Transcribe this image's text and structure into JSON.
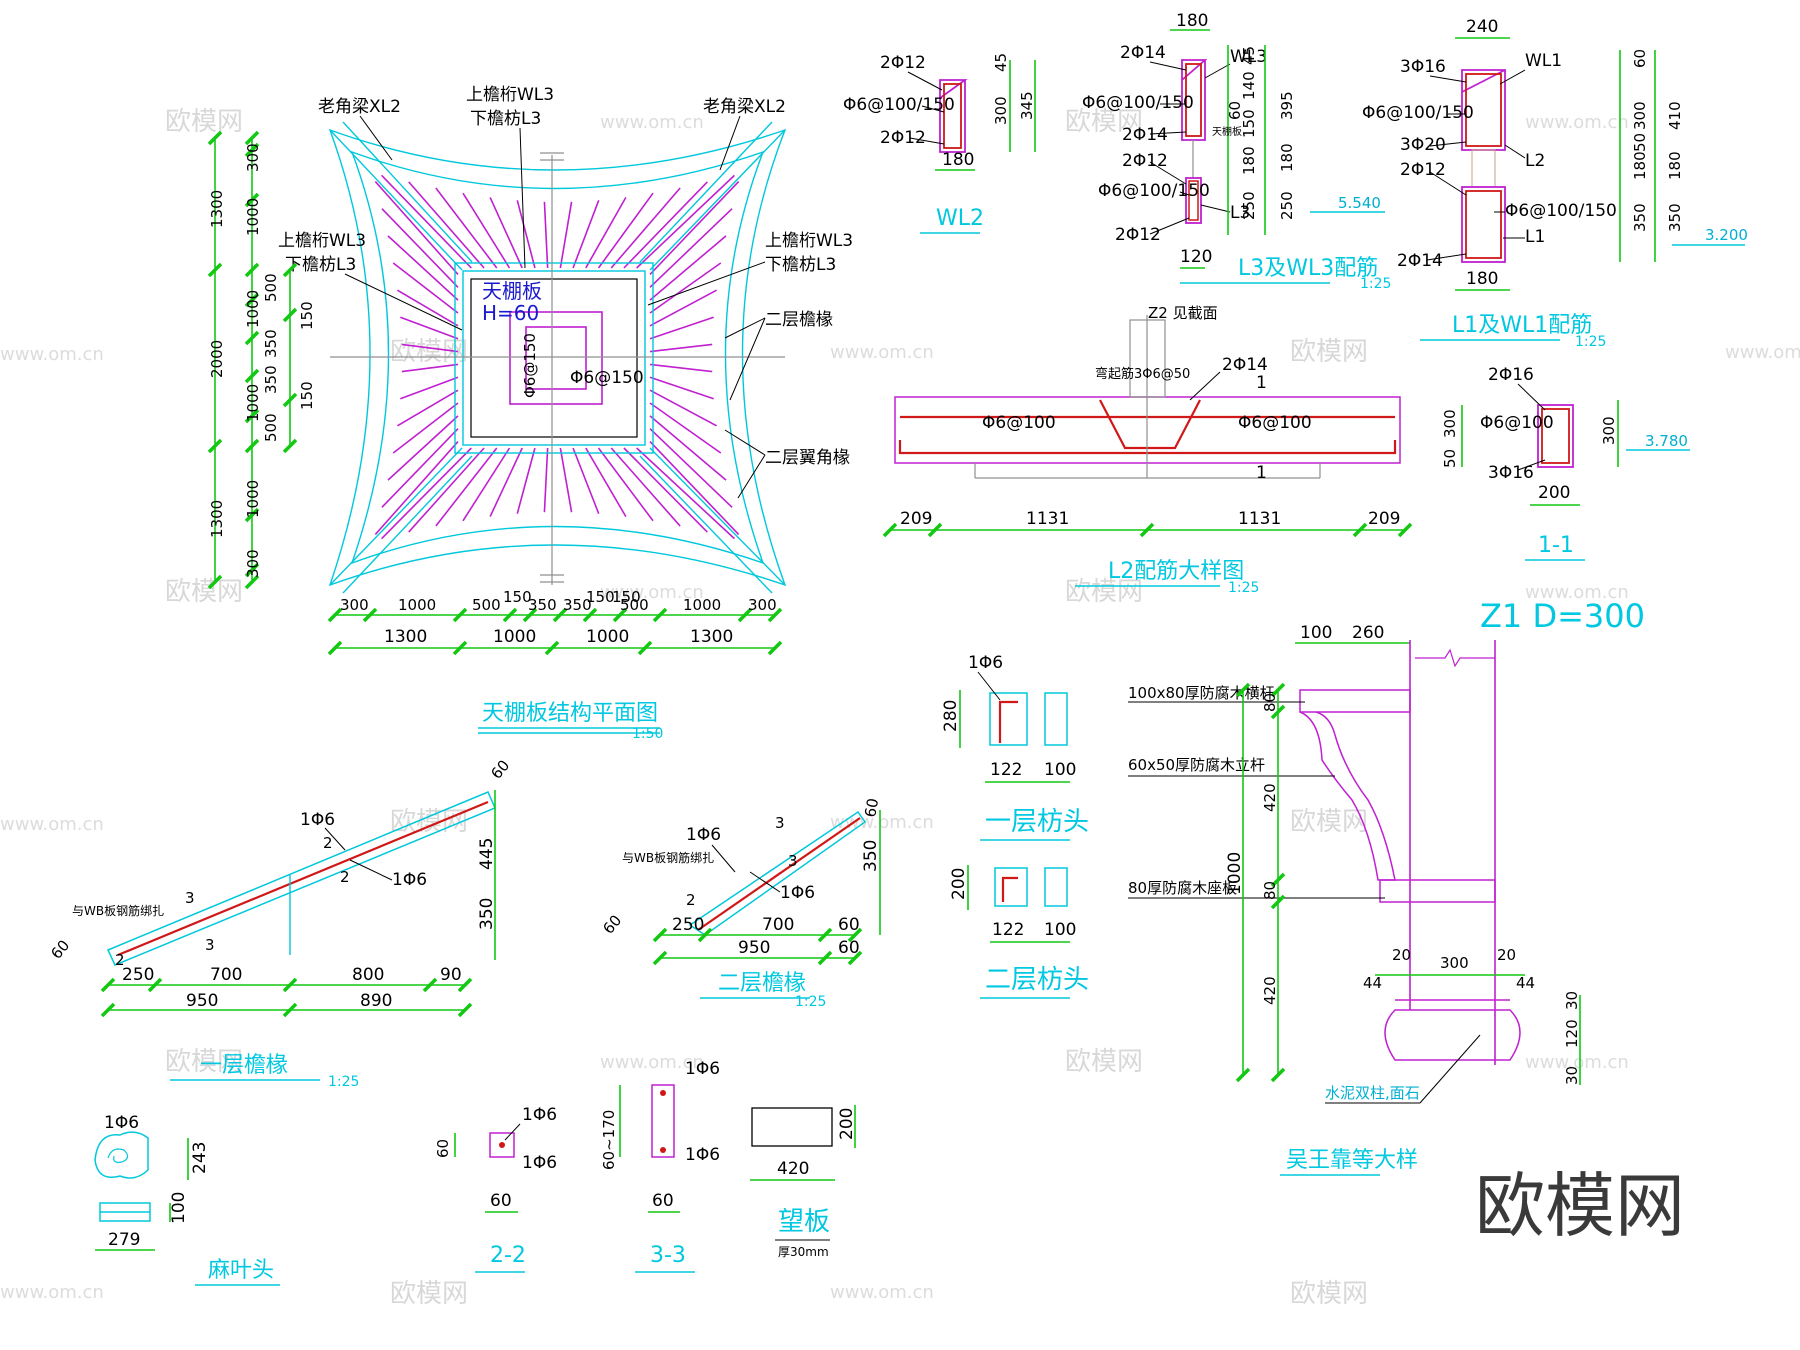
{
  "watermark": {
    "brand": "欧模网",
    "url": "www.om.cn"
  },
  "plan": {
    "title": "天棚板结构平面图",
    "scale": "1:50",
    "labels": {
      "corner_beam_left": "老角梁XL2",
      "corner_beam_right": "老角梁XL2",
      "top_purlin": "上檐桁WL3",
      "bottom_tie": "下檐枋L3",
      "left_purlin": "上檐桁WL3",
      "left_tie": "下檐枋L3",
      "right_purlin": "上檐桁WL3",
      "right_tie": "下檐枋L3",
      "rafter_2f": "二层檐椽",
      "wing_rafter_2f": "二层翼角椽",
      "ceiling_slab": "天棚板",
      "slab_h": "H=60",
      "rebar_a": "Φ6@150",
      "rebar_b": "Φ6@150"
    },
    "left_dims_outer": [
      "1300",
      "2000",
      "1300"
    ],
    "left_dims_mid": [
      "300",
      "1000",
      "1000",
      "500",
      "350",
      "350",
      "500",
      "1000",
      "1000",
      "300"
    ],
    "left_dims_inner": [
      "150",
      "150"
    ],
    "bottom_dims_top": [
      "300",
      "1000",
      "500",
      "150",
      "350",
      "150",
      "350",
      "150",
      "500",
      "1000",
      "300"
    ],
    "bottom_dims_bottom": [
      "1300",
      "1000",
      "1000",
      "1300"
    ]
  },
  "wl2": {
    "title": "WL2",
    "top_bar": "2Φ12",
    "stirrup": "Φ6@100/150",
    "bot_bar": "2Φ12",
    "width": "180",
    "d1": "45",
    "d2": "300",
    "d3": "345"
  },
  "l3wl3": {
    "title": "L3及WL3配筋",
    "scale": "1:25",
    "top_w": "180",
    "top_bar": "2Φ14",
    "tag_wl3": "WL3",
    "stirrup1": "Φ6@100/150",
    "mid_bar1": "2Φ14",
    "mid_bar2": "2Φ12",
    "stirrup2": "Φ6@100/150",
    "tag_l3": "L3",
    "bot_bar": "2Φ12",
    "bot_w": "120",
    "small_note": "天棚板",
    "dims_a": [
      "45",
      "140",
      "150",
      "180",
      "250"
    ],
    "dims_b": [
      "60",
      "395",
      "180",
      "250"
    ],
    "level": "5.540"
  },
  "l1wl1": {
    "title": "L1及WL1配筋",
    "scale": "1:25",
    "top_w": "240",
    "top_bar": "3Φ16",
    "tag_wl1": "WL1",
    "stirrup1": "Φ6@100/150",
    "mid_bar1": "3Φ20",
    "tag_l2": "L2",
    "mid_bar2": "2Φ12",
    "stirrup2": "Φ6@100/150",
    "tag_l1": "L1",
    "bot_bar": "2Φ14",
    "bot_w": "180",
    "dims_a": [
      "60",
      "300",
      "50",
      "180",
      "350"
    ],
    "dims_b": [
      "410",
      "180",
      "350"
    ],
    "level": "3.200"
  },
  "l2": {
    "title": "L2配筋大样图",
    "scale": "1:25",
    "col": "Z2 见截面",
    "note": "弯起筋3Φ6@50",
    "top_bar": "2Φ14",
    "stirrup_l": "Φ6@100",
    "stirrup_r": "Φ6@100",
    "cut": "1",
    "dims": [
      "209",
      "1131",
      "1131",
      "209"
    ]
  },
  "sec11": {
    "title": "1-1",
    "top_bar": "2Φ16",
    "stirrup": "Φ6@100",
    "bot_bar": "3Φ16",
    "width": "200",
    "d1": "300",
    "d2": "50",
    "d3": "300",
    "level": "3.780"
  },
  "eave1": {
    "title": "一层檐椽",
    "scale": "1:25",
    "bar1": "1Φ6",
    "bar2": "1Φ6",
    "note": "与WB板钢筋绑扎",
    "n2a": "2",
    "n2b": "2",
    "n2c": "2",
    "n3a": "3",
    "n3b": "3",
    "dims_top": [
      "250",
      "700",
      "800",
      "90"
    ],
    "dims_bot": [
      "950",
      "890"
    ],
    "dims_v": [
      "445",
      "350"
    ],
    "tag_top": "60",
    "tag_left": "60"
  },
  "eave2": {
    "title": "二层檐椽",
    "scale": "1:25",
    "bar1": "1Φ6",
    "bar2": "1Φ6",
    "note": "与WB板钢筋绑扎",
    "n3a": "3",
    "n3b": "3",
    "n2": "2",
    "dims_top": [
      "250",
      "700",
      "60"
    ],
    "dims_bot": [
      "950",
      "60"
    ],
    "dims_v": [
      "350"
    ],
    "tag_top": "60",
    "tag_left": "60"
  },
  "fang1": {
    "title": "一层枋头",
    "bar": "1Φ6",
    "h": "280",
    "w1": "122",
    "w2": "100"
  },
  "fang2": {
    "title": "二层枋头",
    "h": "200",
    "w1": "122",
    "w2": "100"
  },
  "mayetou": {
    "title": "麻叶头",
    "bar": "1Φ6",
    "h1": "243",
    "h2": "100",
    "w": "279"
  },
  "sec22": {
    "title": "2-2",
    "bar1": "1Φ6",
    "bar2": "1Φ6",
    "h": "60",
    "w": "60"
  },
  "sec33": {
    "title": "3-3",
    "bar1": "1Φ6",
    "bar2": "1Φ6",
    "h": "60~170",
    "w": "60"
  },
  "wangban": {
    "title": "望板",
    "sub": "厚30mm",
    "w": "420",
    "h": "200"
  },
  "z1": {
    "heading": "Z1 D=300",
    "title": "吴王靠等大样",
    "lbl_rail": "100x80厚防腐木横杆",
    "lbl_post": "60x50厚防腐木立杆",
    "lbl_seat": "80厚防腐木座板",
    "lbl_pier": "水泥双柱,面石",
    "w_top": [
      "100",
      "260"
    ],
    "w_bot": [
      "20",
      "300",
      "20"
    ],
    "side": [
      "44",
      "44"
    ],
    "v_outer": "1000",
    "v_inner": [
      "80",
      "420",
      "80",
      "420"
    ],
    "v_right": [
      "30",
      "120",
      "30"
    ]
  },
  "logo": "欧模网"
}
